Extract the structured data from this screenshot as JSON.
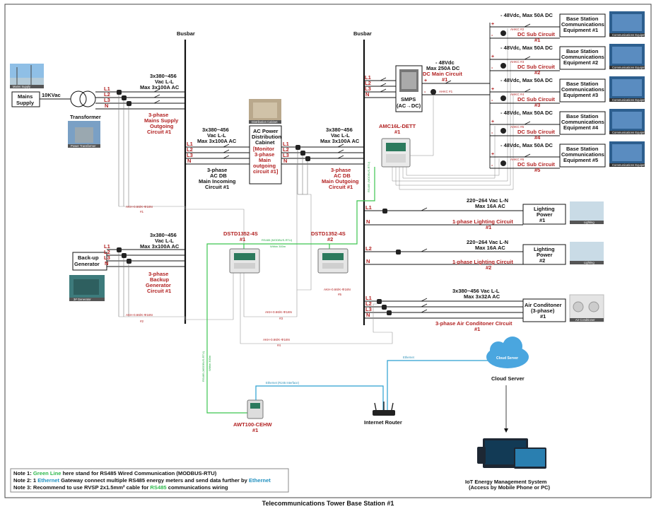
{
  "busbar": "Busbar",
  "mains": {
    "label": "Mains\nSupply",
    "kv": "10KVac",
    "photo": "Mains Supply"
  },
  "transformer": {
    "label": "Transformer",
    "photo": "Power Transformer"
  },
  "phases3": [
    "L1",
    "L2",
    "L3",
    "N"
  ],
  "spec3phase": [
    "3x380~456",
    "Vac L-L",
    "Max 3x100A AC"
  ],
  "mains_outgoing": [
    "3-phase",
    "Mains Supply",
    "Outgoing",
    "Circuit #1"
  ],
  "generator": {
    "label": "Back-up\nGenerator",
    "photo": "3# Generator",
    "circuit": [
      "3-phase",
      "Backup",
      "Generator",
      "Circuit #1"
    ]
  },
  "acpd": {
    "title": [
      "AC Power",
      "Distribution",
      "Cabinet"
    ],
    "note": [
      "[Monitor",
      "3-phase",
      "Main",
      "outgoing",
      "circuit #1]"
    ],
    "photo": "Distribution Cabinet"
  },
  "acdb_in": [
    "3-phase",
    "AC DB",
    "Main Incoming",
    "Circuit #1"
  ],
  "acdb_out": [
    "3-phase",
    "AC DB",
    "Main Outgoing",
    "Circuit #1"
  ],
  "smps": {
    "label": [
      "SMPS",
      "(AC→DC)"
    ],
    "spec": [
      "- 48Vdc",
      "Max 250A DC"
    ],
    "circuit": [
      "DC Main Circuit",
      "#1"
    ]
  },
  "amc": {
    "label": [
      "AMC16L-DETT",
      "#1"
    ]
  },
  "dc_subs": [
    {
      "spec": "- 48Vdc, Max 50A DC",
      "ahkc": "AHKC #2",
      "circuit": [
        "DC Sub Circuit",
        "#1"
      ],
      "equip": [
        "Base Station",
        "Communications",
        "Equipment #1"
      ]
    },
    {
      "spec": "- 48Vdc, Max 50A DC",
      "ahkc": "AHKC #3",
      "circuit": [
        "DC Sub Circuit",
        "#2"
      ],
      "equip": [
        "Base Station",
        "Communications",
        "Equipment #2"
      ]
    },
    {
      "spec": "- 48Vdc, Max 50A DC",
      "ahkc": "AHKC #4",
      "circuit": [
        "DC Sub Circuit",
        "#3"
      ],
      "equip": [
        "Base Station",
        "Communications",
        "Equipment #3"
      ]
    },
    {
      "spec": "- 48Vdc, Max 50A DC",
      "ahkc": "AHKC #5",
      "circuit": [
        "DC Sub Circuit",
        "#4"
      ],
      "equip": [
        "Base Station",
        "Communications",
        "Equipment #4"
      ]
    },
    {
      "spec": "- 48Vdc, Max 50A DC",
      "ahkc": "AHKC #6",
      "circuit": [
        "DC Sub Circuit",
        "#5"
      ],
      "equip": [
        "Base Station",
        "Communications",
        "Equipment #5"
      ]
    }
  ],
  "ahkc1": "AHKC #1",
  "equip_photo": "Communications Equipment",
  "lighting": [
    {
      "phase": "L1",
      "spec": [
        "220~264 Vac L-N",
        "Max 16A AC"
      ],
      "circuit": "1-phase Lighting Circuit",
      "num": "#1",
      "label": [
        "Lighting",
        "Power",
        "#1"
      ]
    },
    {
      "phase": "L2",
      "spec": [
        "220~264 Vac L-N",
        "Max 16A AC"
      ],
      "circuit": "1-phase Lighting Circuit",
      "num": "#2",
      "label": [
        "Lighting",
        "Power",
        "#2"
      ]
    }
  ],
  "lighting_photo": "Lighting",
  "aircon": {
    "spec": [
      "3x380~456 Vac L-L",
      "Max 3x32A AC"
    ],
    "label": [
      "Air Conditoner",
      "(3-phase)",
      "#1"
    ],
    "circuit": [
      "3-phase Air Conditoner CIrcuit",
      "#1"
    ],
    "photo": "Air Conditioner"
  },
  "dstd1": [
    "DSTD1352-4S",
    "#1"
  ],
  "dstd2": [
    "DSTD1352-4S",
    "#2"
  ],
  "rs485_link": [
    "RS485 (MODBUS-RTU)",
    "Within 300m"
  ],
  "akh": [
    [
      "AKH-0.66/K-Φ16N",
      "#1"
    ],
    [
      "AKH-0.66/K-Φ16N",
      "#2"
    ],
    [
      "AKH-0.66/K-Φ16N",
      "#3"
    ],
    [
      "AKH-0.66/K-Φ16N",
      "#4"
    ],
    [
      "AKH-0.66/K-Φ16N",
      "#5"
    ]
  ],
  "awt": [
    "AWT100-CEHW",
    "#1"
  ],
  "ethernet_rj45": "Ethernet (RJ45 Interface)",
  "ethernet": "Ethernet",
  "router": "Internet Router",
  "cloud": {
    "inner": "Cloud Server",
    "label": "Cloud Server"
  },
  "iot": [
    "IoT Energy Management System",
    "(Access by Mobile Phone or PC)"
  ],
  "notes": {
    "n1a": "Note 1: ",
    "n1g": "Green Line",
    "n1b": " here stand for RS485 Wired Communication (MODBUS-RTU)",
    "n2a": "Note 2: 1 ",
    "n2e": "Ethernet",
    "n2b": " Gateway connect multiple RS485 energy meters and send data further by ",
    "n2e2": "Ethernet",
    "n3a": "Note 3: Recommend to use RVSP 2x1.5mm² cable for ",
    "n3g": "RS485",
    "n3b": " communications wiring"
  },
  "footer": "Telecommunications Tower Base Station #1",
  "colors": {
    "rs485": "#3cc54f",
    "ethernet": "#2a9fd0",
    "red": "#b22222",
    "wire": "#333333"
  }
}
